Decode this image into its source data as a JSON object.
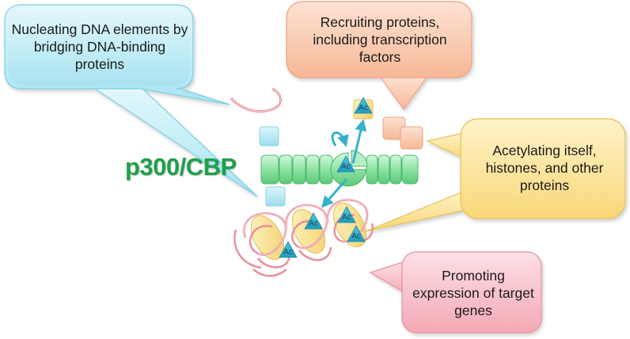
{
  "protein": {
    "label": "p300/CBP"
  },
  "callouts": {
    "nucleating": "Nucleating DNA elements by bridging DNA-binding proteins",
    "recruiting": "Recruiting proteins, including transcription factors",
    "acetylating": "Acetylating itself, histones, and other proteins",
    "promoting": "Promoting expression of target genes"
  },
  "marks": {
    "acetyl": "Ac"
  },
  "colors": {
    "blue_callout": "#c6eff7",
    "orange_callout": "#fbd0b8",
    "yellow_callout": "#fde7a4",
    "pink_callout": "#f8c4cc",
    "protein_green": "#8fe0a2",
    "dna_pink": "#e88f9b",
    "arrow_teal": "#35b2cc"
  }
}
